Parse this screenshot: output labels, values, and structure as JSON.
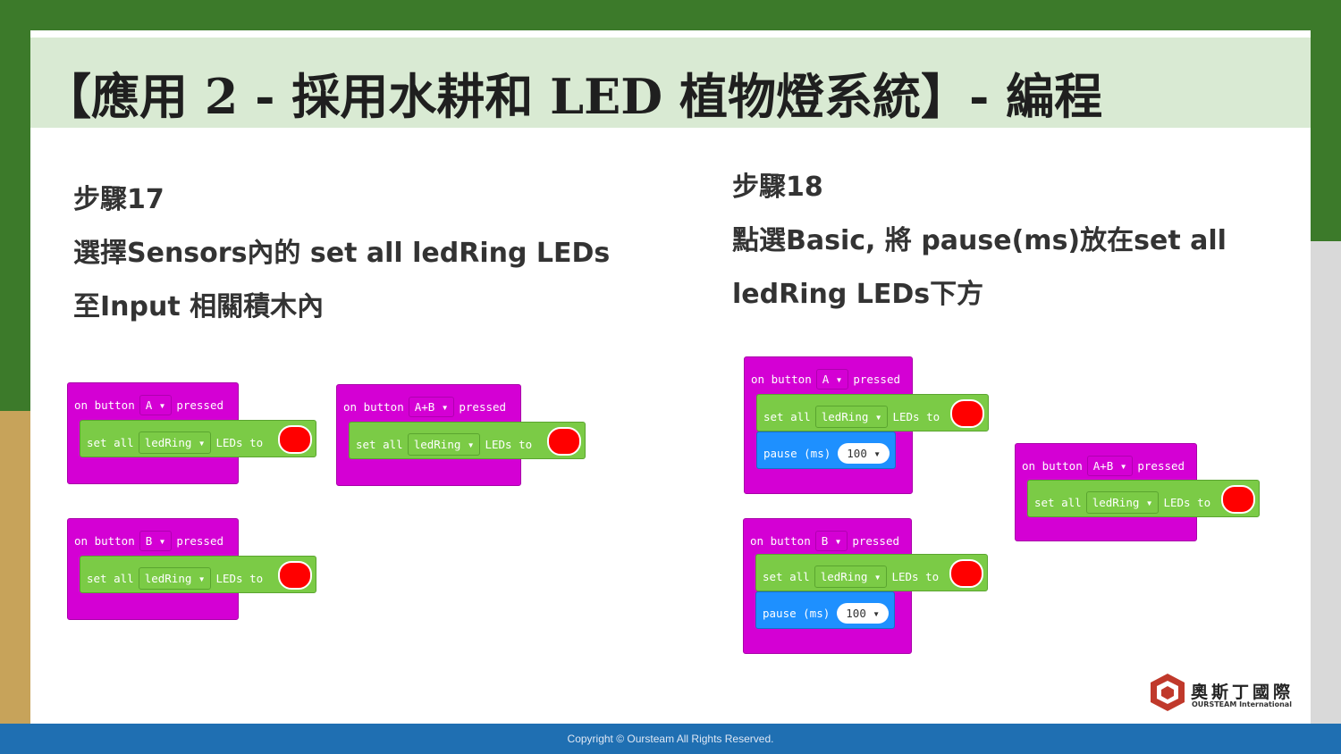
{
  "title": "【應用 2 - 採用水耕和  LED 植物燈系統】- 編程",
  "step17": {
    "heading": "步驟17",
    "line1": "選擇Sensors內的 set all ledRing LEDs",
    "line2": "至Input 相關積木內"
  },
  "step18": {
    "heading": "步驟18",
    "line1": "點選Basic, 將 pause(ms)放在set all",
    "line2": "ledRing LEDs下方"
  },
  "blocks": {
    "on": "on button",
    "pressed": "pressed",
    "set_all": "set all",
    "ledring": "ledRing",
    "leds_to": "LEDs to",
    "pause": "pause (ms)",
    "pause_value": "100",
    "btn_a": "A",
    "btn_b": "B",
    "btn_ab": "A+B",
    "led_color": "#ff0000"
  },
  "logo": {
    "name": "奧斯丁國際",
    "sub": "OURSTEAM International"
  },
  "footer": "Copyright © Oursteam All Rights Reserved."
}
